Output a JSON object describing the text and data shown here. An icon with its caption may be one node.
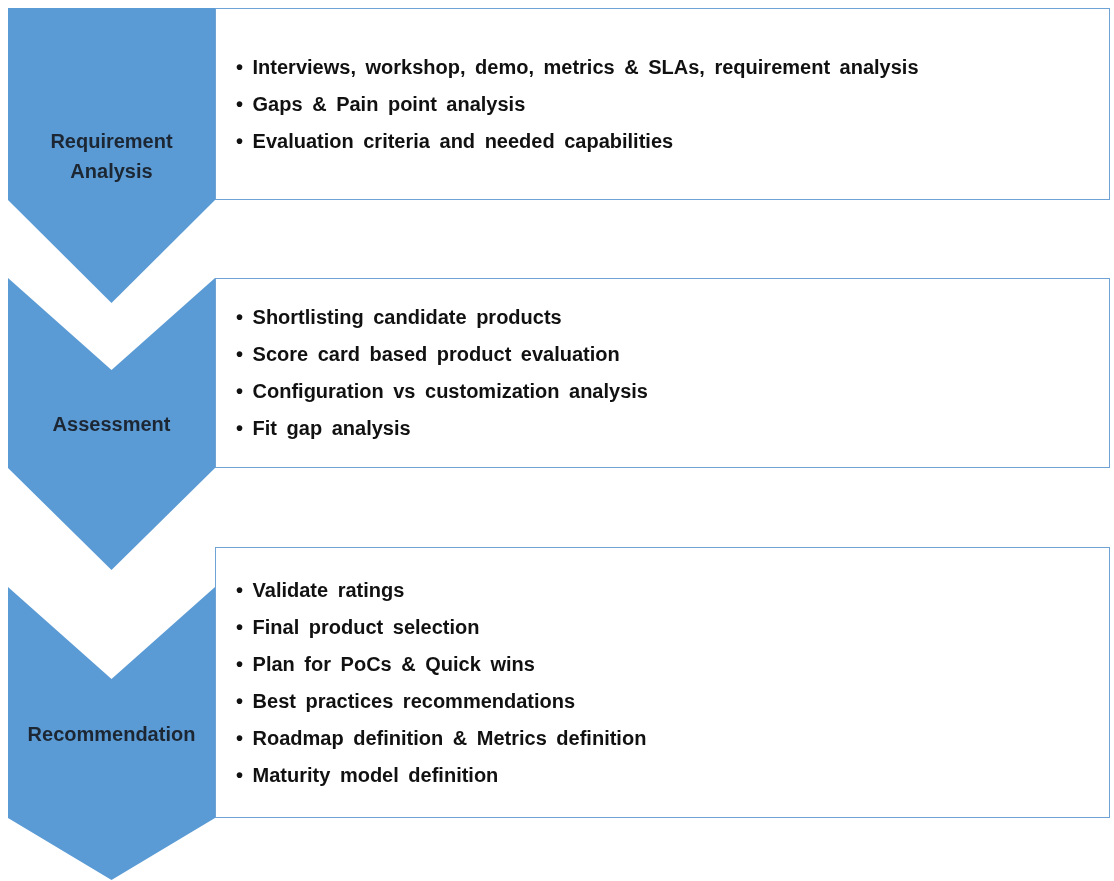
{
  "diagram": {
    "nodes": [
      {
        "text": [
          "Requirement Analysis"
        ]
      },
      {
        "text": [
          "• Interviews, workshop, demo, metrics & SLAs, requirement analysis",
          "• Gaps & Pain point analysis",
          "• Evaluation criteria and needed capabilities"
        ]
      },
      {
        "text": [
          "Assessment"
        ]
      },
      {
        "text": [
          "• Shortlisting candidate products",
          "• Score card based product evaluation",
          "• Configuration vs customization analysis",
          "• Fit gap analysis"
        ]
      },
      {
        "text": [
          "Recommendation"
        ]
      },
      {
        "text": [
          "• Validate ratings",
          "• Final product selection",
          "• Plan for PoCs & Quick wins",
          "• Best practices recommendations",
          "• Roadmap definition & Metrics definition",
          "• Maturity model definition"
        ]
      }
    ]
  }
}
